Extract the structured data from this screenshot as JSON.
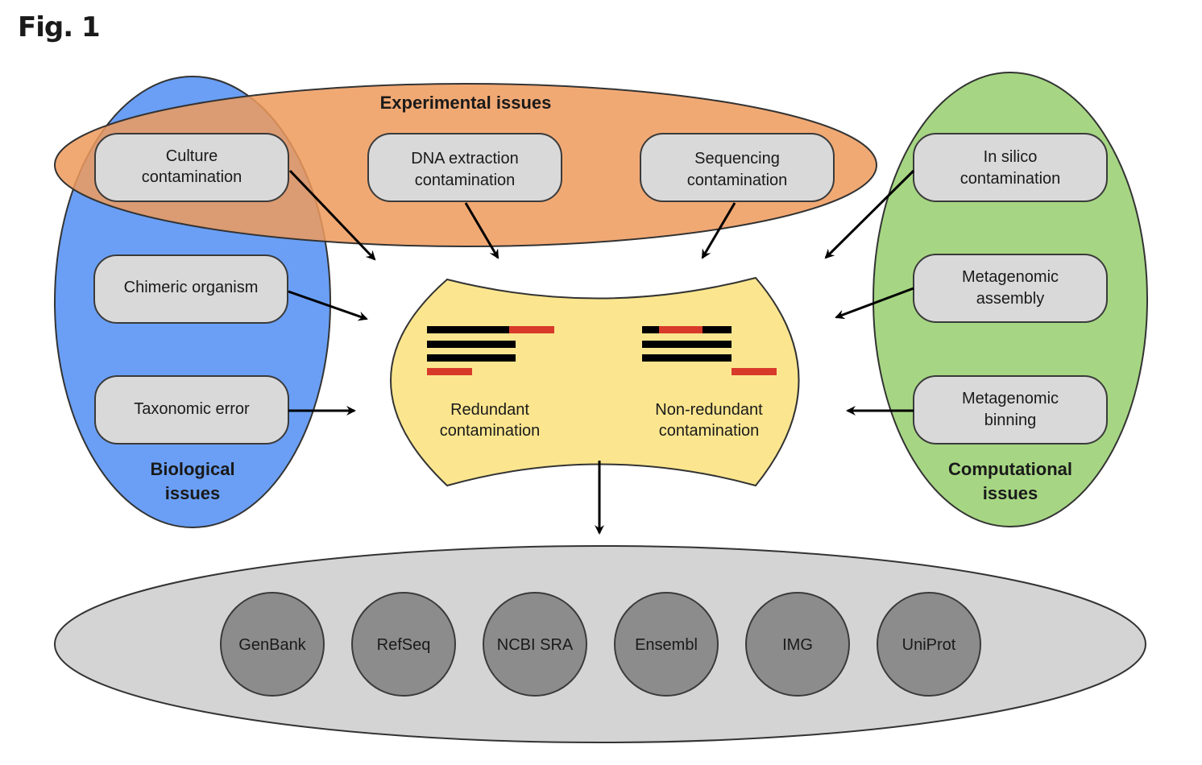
{
  "figure": {
    "label": "Fig. 1"
  },
  "groups": {
    "experimental": {
      "title": "Experimental issues",
      "color": "#ef9a5c"
    },
    "biological": {
      "title_line1": "Biological",
      "title_line2": "issues",
      "color": "#6a9ff5"
    },
    "computational": {
      "title_line1": "Computational",
      "title_line2": "issues",
      "color": "#a6d683"
    }
  },
  "sources": {
    "culture": [
      "Culture",
      "contamination"
    ],
    "dna_extraction": [
      "DNA extraction",
      "contamination"
    ],
    "sequencing": [
      "Sequencing",
      "contamination"
    ],
    "chimeric": [
      "Chimeric organism"
    ],
    "taxonomic": [
      "Taxonomic error"
    ],
    "in_silico": [
      "In silico",
      "contamination"
    ],
    "metagenomic_assembly": [
      "Metagenomic",
      "assembly"
    ],
    "metagenomic_binning": [
      "Metagenomic",
      "binning"
    ]
  },
  "contamination": {
    "color": "#fbe68f",
    "redundant": [
      "Redundant",
      "contamination"
    ],
    "non_redundant": [
      "Non-redundant",
      "contamination"
    ],
    "contig_color": "#000000",
    "contaminant_color": "#d83a2a"
  },
  "databases": {
    "color": "#d4d4d4",
    "items": [
      "GenBank",
      "RefSeq",
      "NCBI SRA",
      "Ensembl",
      "IMG",
      "UniProt"
    ]
  }
}
